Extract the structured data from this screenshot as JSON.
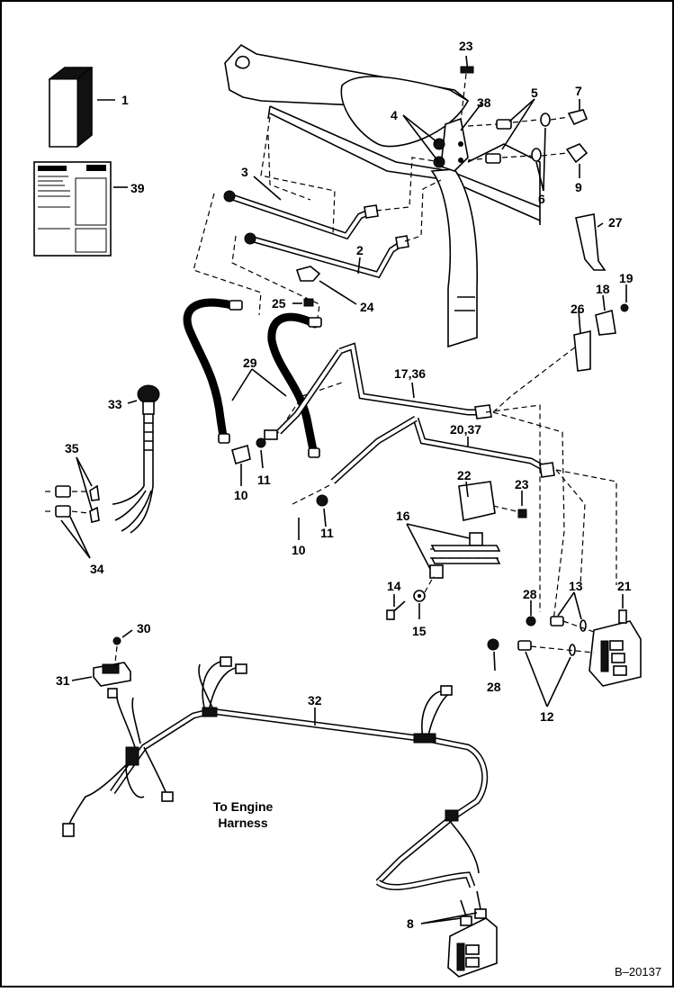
{
  "diagram": {
    "figure_id": "B–20137",
    "note": [
      "To Engine",
      "Harness"
    ],
    "callouts": [
      {
        "id": "c1",
        "text": "1"
      },
      {
        "id": "c2",
        "text": "2"
      },
      {
        "id": "c3",
        "text": "3"
      },
      {
        "id": "c4",
        "text": "4"
      },
      {
        "id": "c5",
        "text": "5"
      },
      {
        "id": "c6",
        "text": "6"
      },
      {
        "id": "c7",
        "text": "7"
      },
      {
        "id": "c8",
        "text": "8"
      },
      {
        "id": "c9",
        "text": "9"
      },
      {
        "id": "c10a",
        "text": "10"
      },
      {
        "id": "c10b",
        "text": "10"
      },
      {
        "id": "c11a",
        "text": "11"
      },
      {
        "id": "c11b",
        "text": "11"
      },
      {
        "id": "c12",
        "text": "12"
      },
      {
        "id": "c13",
        "text": "13"
      },
      {
        "id": "c14",
        "text": "14"
      },
      {
        "id": "c15",
        "text": "15"
      },
      {
        "id": "c16",
        "text": "16"
      },
      {
        "id": "c17",
        "text": "17,36"
      },
      {
        "id": "c18",
        "text": "18"
      },
      {
        "id": "c19",
        "text": "19"
      },
      {
        "id": "c20",
        "text": "20,37"
      },
      {
        "id": "c21",
        "text": "21"
      },
      {
        "id": "c22",
        "text": "22"
      },
      {
        "id": "c23a",
        "text": "23"
      },
      {
        "id": "c23b",
        "text": "23"
      },
      {
        "id": "c24",
        "text": "24"
      },
      {
        "id": "c25",
        "text": "25"
      },
      {
        "id": "c26",
        "text": "26"
      },
      {
        "id": "c27",
        "text": "27"
      },
      {
        "id": "c28a",
        "text": "28"
      },
      {
        "id": "c28b",
        "text": "28"
      },
      {
        "id": "c29",
        "text": "29"
      },
      {
        "id": "c30",
        "text": "30"
      },
      {
        "id": "c31",
        "text": "31"
      },
      {
        "id": "c32",
        "text": "32"
      },
      {
        "id": "c33",
        "text": "33"
      },
      {
        "id": "c34",
        "text": "34"
      },
      {
        "id": "c35",
        "text": "35"
      },
      {
        "id": "c38",
        "text": "38"
      },
      {
        "id": "c39",
        "text": "39"
      }
    ]
  }
}
